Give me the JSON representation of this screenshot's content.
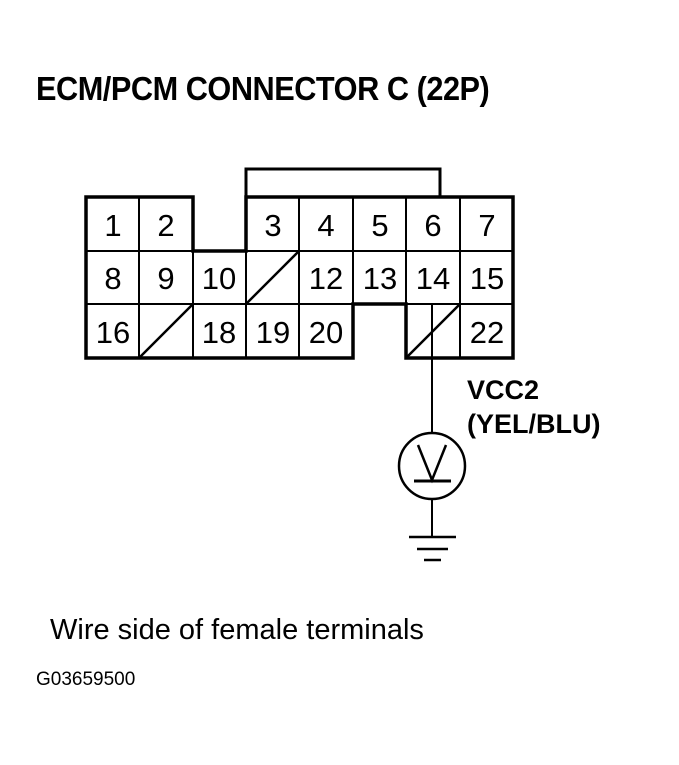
{
  "diagram": {
    "title": "ECM/PCM CONNECTOR C (22P)",
    "connector": {
      "name": "ECM/PCM Connector C",
      "pin_count": 22,
      "rows": [
        {
          "row": 1,
          "cells": [
            "1",
            "2",
            "",
            "3",
            "4",
            "5",
            "6",
            "7"
          ]
        },
        {
          "row": 2,
          "cells": [
            "8",
            "9",
            "10",
            "11-unused",
            "12",
            "13",
            "14",
            "15"
          ]
        },
        {
          "row": 3,
          "cells": [
            "16",
            "17-unused",
            "18",
            "19",
            "20",
            "",
            "21-unused",
            "22"
          ]
        }
      ],
      "pins": {
        "p1": "1",
        "p2": "2",
        "p3": "3",
        "p4": "4",
        "p5": "5",
        "p6": "6",
        "p7": "7",
        "p8": "8",
        "p9": "9",
        "p10": "10",
        "p12": "12",
        "p13": "13",
        "p14": "14",
        "p15": "15",
        "p16": "16",
        "p18": "18",
        "p19": "19",
        "p20": "20",
        "p22": "22"
      },
      "unused_positions": [
        "11",
        "17",
        "21"
      ],
      "probed_pin": "21"
    },
    "signal": {
      "name": "VCC2",
      "wire_color": "(YEL/BLU)"
    },
    "meter": {
      "type": "voltmeter-icon"
    },
    "ground": {
      "type": "ground-symbol"
    },
    "caption": "Wire side of female terminals",
    "figure_id": "G03659500"
  }
}
